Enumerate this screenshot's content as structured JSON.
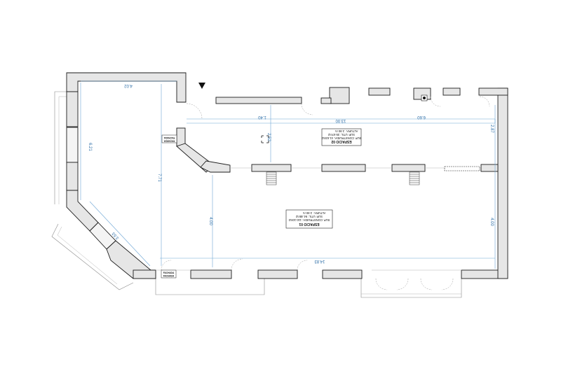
{
  "dimensions": {
    "top_left_width": "4.02",
    "left_upper": "6.21",
    "diagonal": "3.53",
    "interior_height": "7.71",
    "top_short": "1.40",
    "top_total": "13.00",
    "top_right": "6.60",
    "right_upper": "2.87",
    "space2_depth": "2.52",
    "lower_left_height": "4.00",
    "right_lower": "4.00",
    "bottom_total": "14.83"
  },
  "space_02": {
    "name": "ESPACIO 02",
    "built_area": "SUP. CONSTRUIDA: 41.63m2",
    "useful_area": "SUP. UTIL: 39.67m2",
    "height_label": "ALTURA:",
    "height_value": "2.90 m"
  },
  "space_01": {
    "name": "ESPACIO 01",
    "built_area": "SUP. CONSTRUIDA: 110.10m2",
    "useful_area": "SUP. UTIL: 94.48m2",
    "height_label": "ALTURA:",
    "height_value": "2.90 m"
  },
  "tags": {
    "fachada_upper": "FACHADA",
    "fachada_lower": "FACHADA",
    "fachada_bottom_upper": "FACHADA",
    "fachada_bottom_lower": "FACHADA"
  },
  "colors": {
    "wall_fill": "#e6e6e6",
    "wall_stroke": "#1c1c1c",
    "dimension_line": "#6fa7d6",
    "dimension_text": "#2e6fa8"
  },
  "icons": [
    "north-arrow-icon",
    "column-marker-icon",
    "stair-icon"
  ]
}
